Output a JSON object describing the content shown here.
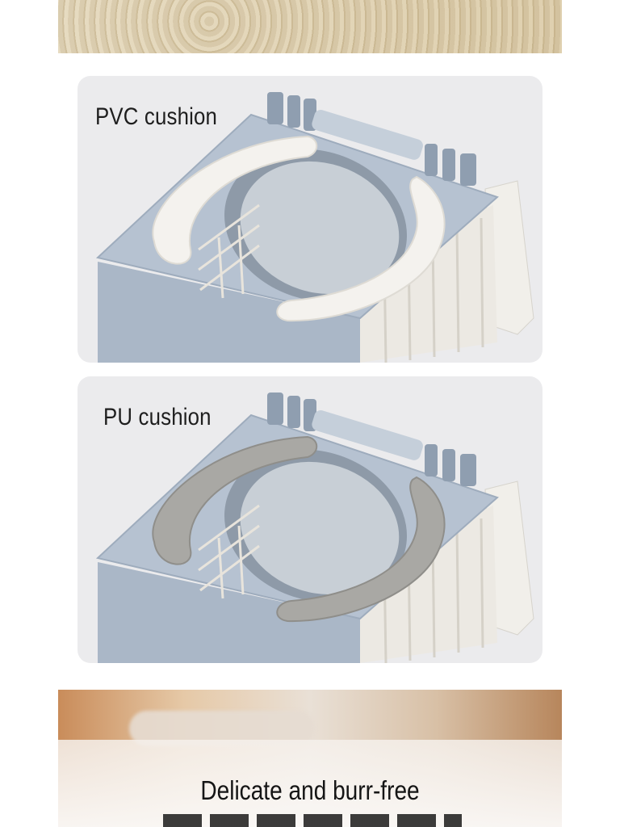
{
  "cards": [
    {
      "label": "PVC cushion",
      "cushion_color": "#f4f2ee"
    },
    {
      "label": "PU cushion",
      "cushion_color": "#a9a8a4"
    }
  ],
  "bottom": {
    "tagline": "Delicate and burr-free"
  },
  "colors": {
    "body": "#a9b6c6",
    "lid": "#b5c1d0",
    "inner": "#c8d0d8",
    "ribs": "#ece9e3"
  }
}
